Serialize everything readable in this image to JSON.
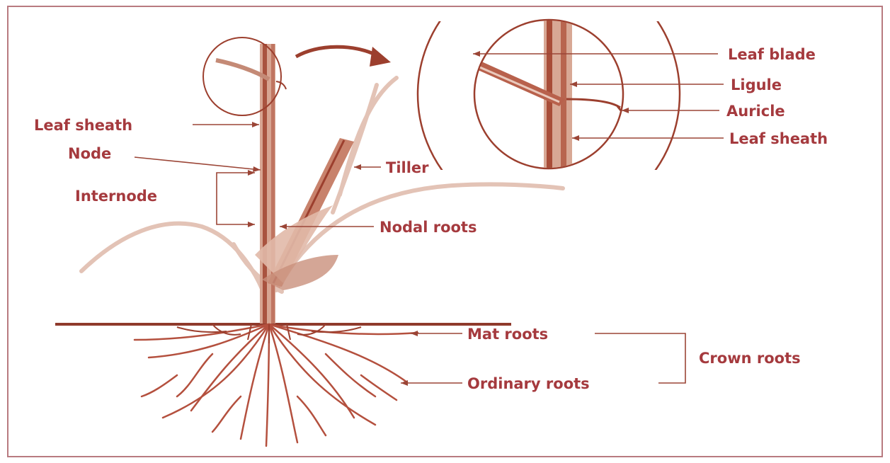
{
  "colors": {
    "ink": "#9c3f2e",
    "label": "#a53a3e",
    "leader": "#9b4536",
    "frame": "#b87a80",
    "pale": "#e8c9bd"
  },
  "labels": {
    "leaf_sheath": "Leaf sheath",
    "node": "Node",
    "internode": "Internode",
    "tiller": "Tiller",
    "nodal_roots": "Nodal roots",
    "mat_roots": "Mat roots",
    "ordinary_roots": "Ordinary roots",
    "crown_roots": "Crown roots",
    "inset_leaf_blade": "Leaf blade",
    "inset_ligule": "Ligule",
    "inset_auricle": "Auricle",
    "inset_leaf_sheath": "Leaf sheath"
  },
  "icons": {
    "zoom_arrow": "curved-arrow-icon"
  }
}
